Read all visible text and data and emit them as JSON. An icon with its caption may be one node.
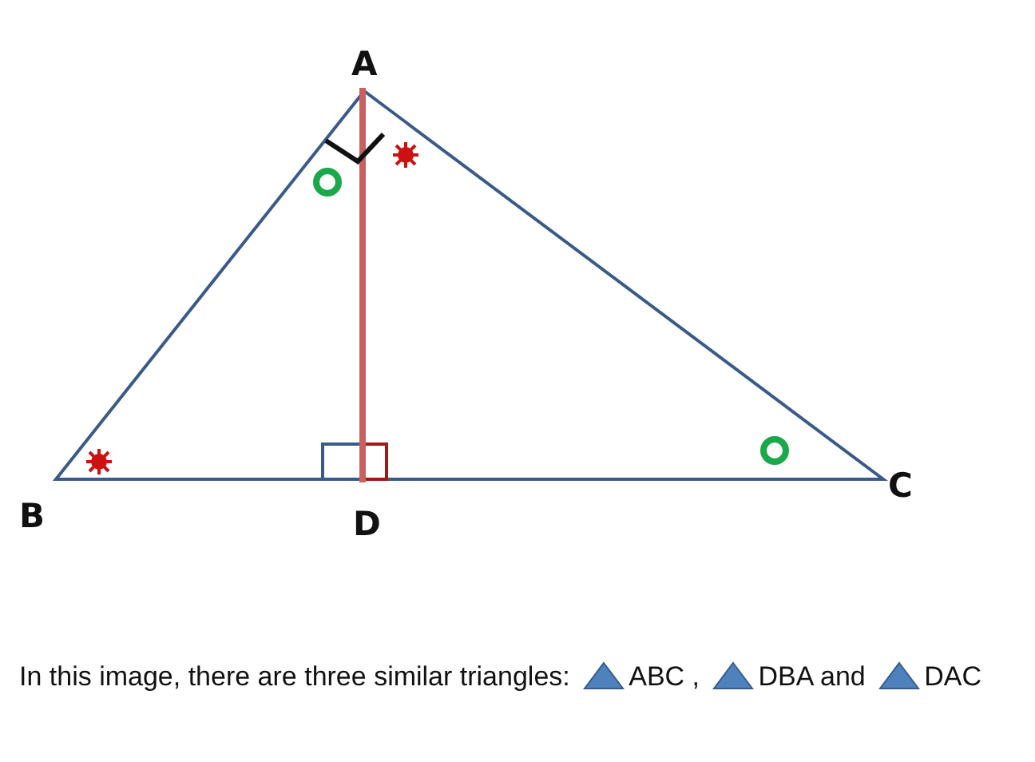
{
  "diagram": {
    "labels": [
      "A",
      "B",
      "C",
      "D",
      "In this image, there are three similar triangles:",
      "ABC ,",
      "DBA",
      "and",
      "DAC"
    ]
  }
}
